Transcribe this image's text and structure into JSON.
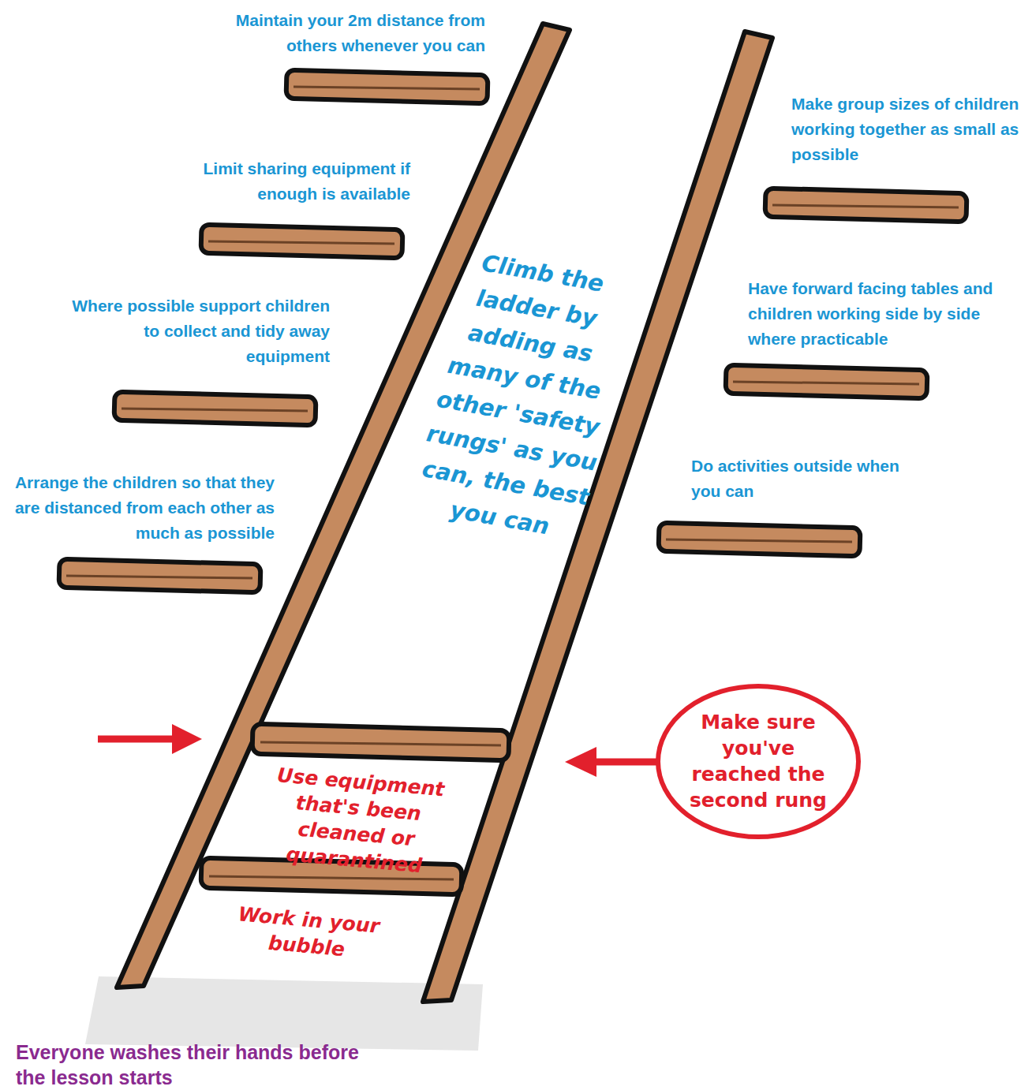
{
  "diagram": {
    "nodes": [
      {
        "text": [
          "Make sure you've reached the second rung"
        ]
      }
    ],
    "labels": [
      "Maintain your 2m distance from others whenever you can",
      "Make group sizes of children working together as small as possible",
      "Limit sharing equipment if enough is available",
      "Have forward facing tables and children working side by side where practicable",
      "Where possible support children to collect and tidy away equipment",
      "Climb the ladder by adding as many of the other 'safety rungs' as you can, the best you can",
      "Do activities outside when you can",
      "Arrange the children so that they are distanced from each other as much as possible",
      "Use equipment that's been cleaned or quarantined",
      "Work in your bubble",
      "Everyone washes their hands before the lesson starts"
    ]
  }
}
